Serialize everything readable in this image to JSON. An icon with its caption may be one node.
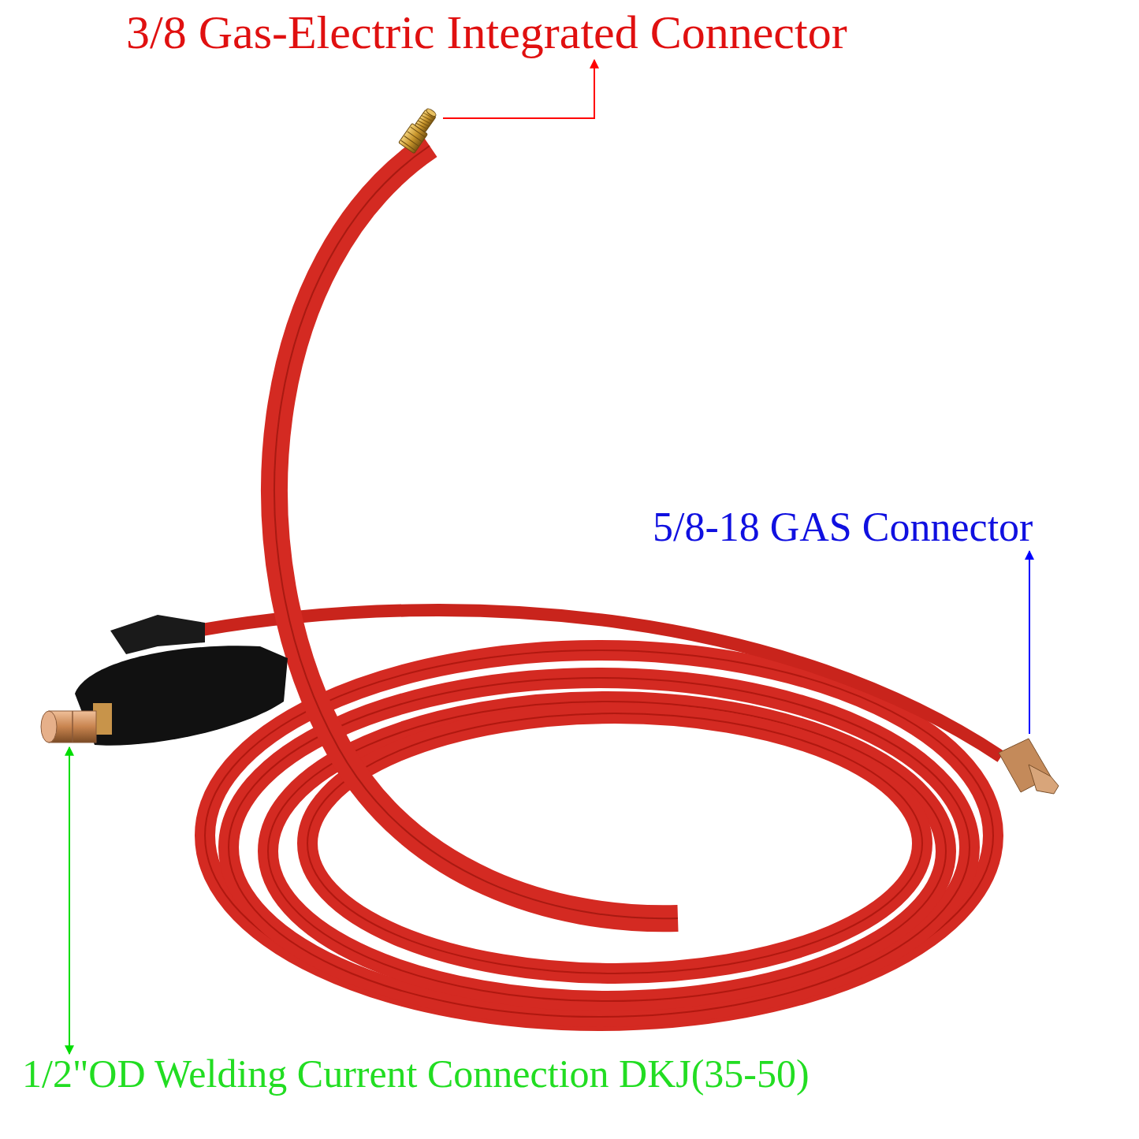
{
  "diagram": {
    "nodes": [
      {
        "text": [
          "3/8 Gas-Electric Integrated Connector"
        ]
      },
      {
        "text": [],
        "shape": "picture"
      },
      {
        "text": [
          "5/8-18 GAS Connector"
        ]
      },
      {
        "text": [],
        "shape": "picture"
      },
      {
        "text": [],
        "shape": "picture"
      },
      {
        "text": [
          "1/2\"OD Welding Current Connection DKJ(35-50)"
        ]
      }
    ],
    "edges": [
      {
        "from": 1,
        "to": 0,
        "arrow": "to",
        "color": "#ff0000"
      },
      {
        "from": 3,
        "to": 2,
        "arrow": "to",
        "color": "#0000ff"
      },
      {
        "from": 4,
        "to": 5,
        "arrow": "both",
        "color": "#00dd00"
      }
    ]
  }
}
